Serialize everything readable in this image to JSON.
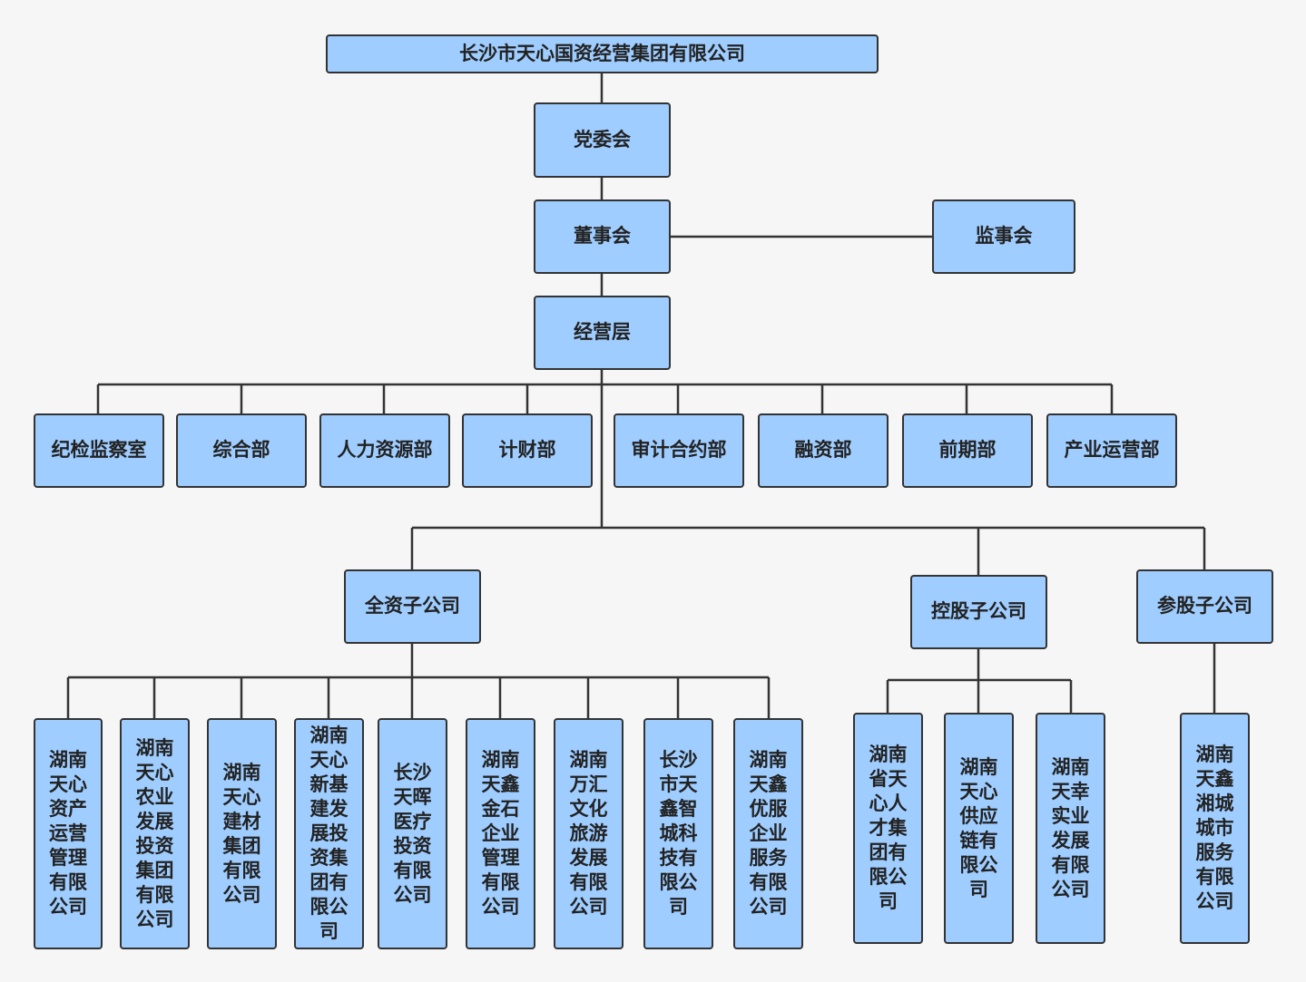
{
  "colors": {
    "box_fill": "#9fcdff",
    "border": "#333333",
    "background": "#f6f6f6"
  },
  "nodes": {
    "root": "长沙市天心国资经营集团有限公司",
    "party": "党委会",
    "board": "董事会",
    "supervisors": "监事会",
    "management": "经营层",
    "departments": [
      "纪检监察室",
      "综合部",
      "人力资源部",
      "计财部",
      "审计合约部",
      "融资部",
      "前期部",
      "产业运营部"
    ],
    "groups": {
      "wholly_owned": "全资子公司",
      "controlled": "控股子公司",
      "participating": "参股子公司"
    },
    "wholly_owned_companies": [
      "湖南天心资产运营管理有限公司",
      "湖南天心农业发展投资集团有限公司",
      "湖南天心建材集团有限公司",
      "湖南天心新基建发展投资集团有限公司",
      "长沙天晖医疗投资有限公司",
      "湖南天鑫金石企业管理有限公司",
      "湖南万汇文化旅游发展有限公司",
      "长沙市天鑫智城科技有限公司",
      "湖南天鑫优服企业服务有限公司"
    ],
    "controlled_companies": [
      "湖南省天心人才集团有限公司",
      "湖南天心供应链有限公司",
      "湖南天幸实业发展有限公司"
    ],
    "participating_companies": [
      "湖南天鑫湘城城市服务有限公司"
    ]
  }
}
